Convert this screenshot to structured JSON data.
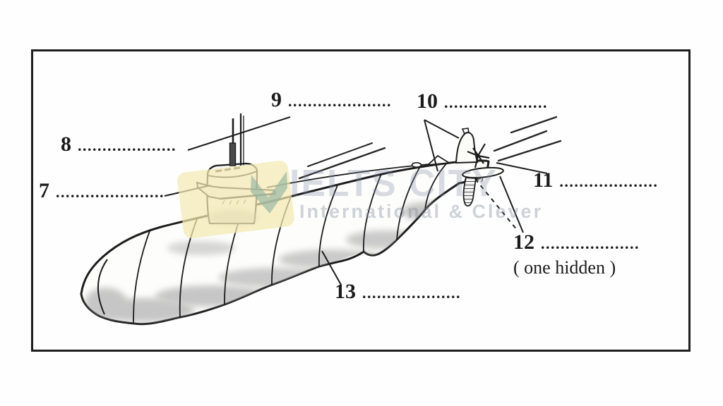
{
  "diagram": {
    "subject": "submarine labeling exercise",
    "labels": [
      {
        "id": "7",
        "number": "7",
        "blank": "......................"
      },
      {
        "id": "8",
        "number": "8",
        "blank": "...................."
      },
      {
        "id": "9",
        "number": "9",
        "blank": "....................."
      },
      {
        "id": "10",
        "number": "10",
        "blank": "....................."
      },
      {
        "id": "11",
        "number": "11",
        "blank": "...................."
      },
      {
        "id": "12",
        "number": "12",
        "blank": "....................",
        "note": "( one hidden )"
      },
      {
        "id": "13",
        "number": "13",
        "blank": "...................."
      }
    ],
    "ink_color": "#1d1d1d"
  },
  "watermark": {
    "brand": "IELTS CITY",
    "tagline": "International & Clever",
    "logo_colors": {
      "yellow": "#f3e9b2",
      "teal": "#94b4a0"
    }
  }
}
